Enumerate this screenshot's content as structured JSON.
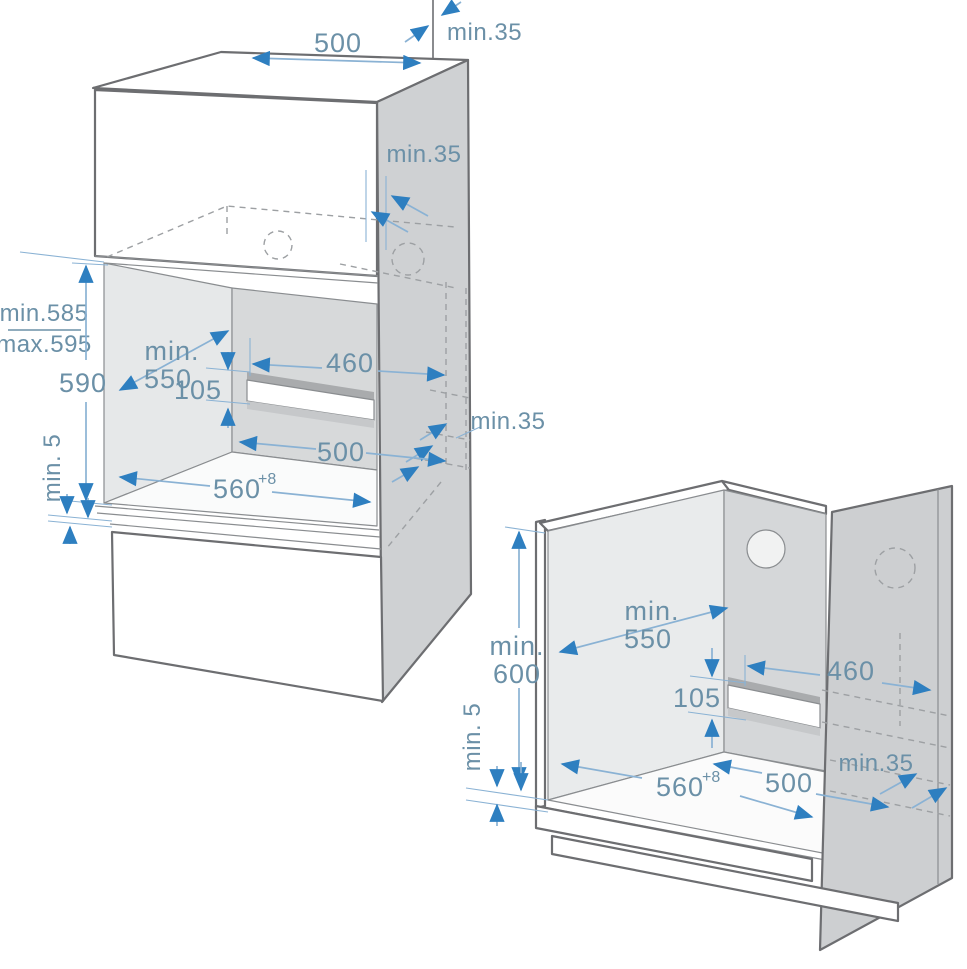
{
  "colors": {
    "dim_text": "#6b90a7",
    "dim_line": "#8ab2d4",
    "arrow": "#2e7fc0",
    "outline": "#6d6e71",
    "outline_light": "#8a8d90"
  },
  "left_view": {
    "labels": {
      "top_width": "500",
      "top_wall_gap": "min.35",
      "rear_gap": "min.35",
      "niche_height_min": "min.585",
      "niche_height_max": "max.595",
      "appliance_height": "590",
      "depth_prefix": "min.",
      "depth_value": "550",
      "vent_slot_height": "105",
      "vent_slot_width": "460",
      "side_rear_gap": "min.35",
      "vent_slot_offset": "500",
      "bottom_clearance": "min. 5",
      "niche_width": "560",
      "niche_width_tolerance": "+8"
    }
  },
  "right_view": {
    "labels": {
      "depth_prefix": "min.",
      "depth_value": "550",
      "height_prefix": "min.",
      "height_value": "600",
      "vent_slot_height": "105",
      "vent_slot_width": "460",
      "bottom_clearance": "min. 5",
      "niche_width": "560",
      "niche_width_tolerance": "+8",
      "vent_slot_offset": "500",
      "rear_gap": "min.35"
    }
  }
}
